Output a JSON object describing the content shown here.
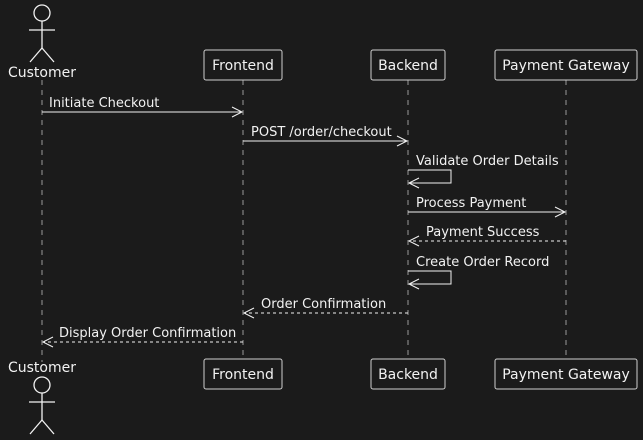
{
  "participants": {
    "customer": "Customer",
    "frontend": "Frontend",
    "backend": "Backend",
    "gateway": "Payment Gateway"
  },
  "messages": [
    {
      "from": "customer",
      "to": "frontend",
      "label": "Initiate Checkout",
      "style": "solid"
    },
    {
      "from": "frontend",
      "to": "backend",
      "label": "POST /order/checkout",
      "style": "solid"
    },
    {
      "from": "backend",
      "to": "backend",
      "label": "Validate Order Details",
      "style": "solid"
    },
    {
      "from": "backend",
      "to": "gateway",
      "label": "Process Payment",
      "style": "solid"
    },
    {
      "from": "gateway",
      "to": "backend",
      "label": "Payment Success",
      "style": "dashed"
    },
    {
      "from": "backend",
      "to": "backend",
      "label": "Create Order Record",
      "style": "solid"
    },
    {
      "from": "backend",
      "to": "frontend",
      "label": "Order Confirmation",
      "style": "dashed"
    },
    {
      "from": "frontend",
      "to": "customer",
      "label": "Display Order Confirmation",
      "style": "dashed"
    }
  ],
  "colors": {
    "background": "#1b1b1b",
    "line": "#f2f2f2",
    "box_border": "#cfcfcf",
    "lifeline": "#9a9a9a"
  }
}
